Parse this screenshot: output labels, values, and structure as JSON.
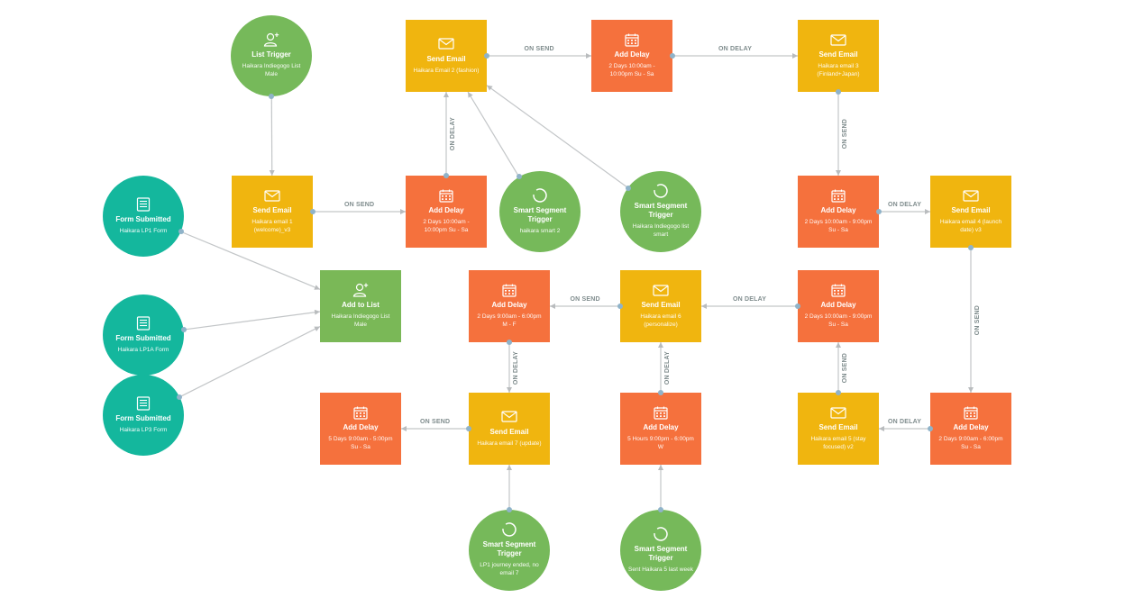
{
  "colors": {
    "send_email": "#f0b50f",
    "add_delay": "#f5713d",
    "add_to_list": "#7ab857",
    "trigger_green": "#76b95a",
    "form_teal": "#14b79d",
    "edge": "#c3c6c8",
    "edge_label": "#7f8c8d",
    "port": "#8fb3c9"
  },
  "nodes": [
    {
      "id": "list_trigger",
      "kind": "circle",
      "color": "trigger_green",
      "icon": "user-add-icon",
      "title": "List Trigger",
      "sub": "Haikara Indiegogo List Male"
    },
    {
      "id": "send1",
      "kind": "box",
      "color": "send_email",
      "icon": "envelope-icon",
      "title": "Send Email",
      "sub": "Haikara email 1 (welcome)_v3"
    },
    {
      "id": "send2",
      "kind": "box",
      "color": "send_email",
      "icon": "envelope-icon",
      "title": "Send Email",
      "sub": "Haikara Email 2 (fashion)"
    },
    {
      "id": "delay1",
      "kind": "box",
      "color": "add_delay",
      "icon": "calendar-icon",
      "title": "Add Delay",
      "sub": "2 Days 10:00am - 10:00pm Su - Sa"
    },
    {
      "id": "delay2",
      "kind": "box",
      "color": "add_delay",
      "icon": "calendar-icon",
      "title": "Add Delay",
      "sub": "2 Days 10:00am - 10:00pm Su - Sa"
    },
    {
      "id": "sst_smart2",
      "kind": "circle",
      "color": "trigger_green",
      "icon": "refresh-icon",
      "title": "Smart Segment Trigger",
      "sub": "haikara smart 2"
    },
    {
      "id": "sst_smart",
      "kind": "circle",
      "color": "trigger_green",
      "icon": "refresh-icon",
      "title": "Smart Segment Trigger",
      "sub": "Haikara Indiegogo list smart"
    },
    {
      "id": "send3",
      "kind": "box",
      "color": "send_email",
      "icon": "envelope-icon",
      "title": "Send Email",
      "sub": "Haikara email 3 (Finland+Japan)"
    },
    {
      "id": "delay3",
      "kind": "box",
      "color": "add_delay",
      "icon": "calendar-icon",
      "title": "Add Delay",
      "sub": "2 Days 10:00am - 9:00pm Su - Sa"
    },
    {
      "id": "send4",
      "kind": "box",
      "color": "send_email",
      "icon": "envelope-icon",
      "title": "Send Email",
      "sub": "Haikara email 4 (launch date) v3"
    },
    {
      "id": "delay4",
      "kind": "box",
      "color": "add_delay",
      "icon": "calendar-icon",
      "title": "Add Delay",
      "sub": "2 Days 9:00am - 6:00pm Su - Sa"
    },
    {
      "id": "send5",
      "kind": "box",
      "color": "send_email",
      "icon": "envelope-icon",
      "title": "Send Email",
      "sub": "Haikara email 5 (stay focused) v2"
    },
    {
      "id": "delay5",
      "kind": "box",
      "color": "add_delay",
      "icon": "calendar-icon",
      "title": "Add Delay",
      "sub": "2 Days 10:00am - 9:00pm Su - Sa"
    },
    {
      "id": "send6",
      "kind": "box",
      "color": "send_email",
      "icon": "envelope-icon",
      "title": "Send Email",
      "sub": "Haikara email 6 (personalize)"
    },
    {
      "id": "delay6",
      "kind": "box",
      "color": "add_delay",
      "icon": "calendar-icon",
      "title": "Add Delay",
      "sub": "2 Days 9:00am - 6:00pm M - F"
    },
    {
      "id": "send7",
      "kind": "box",
      "color": "send_email",
      "icon": "envelope-icon",
      "title": "Send Email",
      "sub": "Haikara email 7 (update)"
    },
    {
      "id": "delay7",
      "kind": "box",
      "color": "add_delay",
      "icon": "calendar-icon",
      "title": "Add Delay",
      "sub": "5 Days 9:00am - 5:00pm Su - Sa"
    },
    {
      "id": "delay8",
      "kind": "box",
      "color": "add_delay",
      "icon": "calendar-icon",
      "title": "Add Delay",
      "sub": "5 Hours 9:00pm - 6:00pm W"
    },
    {
      "id": "sst_lp1",
      "kind": "circle",
      "color": "trigger_green",
      "icon": "refresh-icon",
      "title": "Smart Segment Trigger",
      "sub": "LP1 journey ended, no email 7"
    },
    {
      "id": "sst_sent5",
      "kind": "circle",
      "color": "trigger_green",
      "icon": "refresh-icon",
      "title": "Smart Segment Trigger",
      "sub": "Sent Haikara 5 last week"
    },
    {
      "id": "form1",
      "kind": "circle",
      "color": "form_teal",
      "icon": "form-icon",
      "title": "Form Submitted",
      "sub": "Haikara LP1 Form"
    },
    {
      "id": "form1a",
      "kind": "circle",
      "color": "form_teal",
      "icon": "form-icon",
      "title": "Form Submitted",
      "sub": "Haikara LP1A Form"
    },
    {
      "id": "form3",
      "kind": "circle",
      "color": "form_teal",
      "icon": "form-icon",
      "title": "Form Submitted",
      "sub": "Haikara LP3 Form"
    },
    {
      "id": "add_to_list",
      "kind": "box",
      "color": "add_to_list",
      "icon": "user-add-icon",
      "title": "Add to List",
      "sub": "Haikara Indiegogo List Male"
    }
  ],
  "edges": [
    {
      "from": "list_trigger",
      "to": "send1",
      "label": ""
    },
    {
      "from": "send1",
      "to": "delay1",
      "label": "ON SEND"
    },
    {
      "from": "delay1",
      "to": "send2",
      "label": "ON DELAY"
    },
    {
      "from": "sst_smart2",
      "to": "send2",
      "label": ""
    },
    {
      "from": "sst_smart",
      "to": "send2",
      "label": ""
    },
    {
      "from": "send2",
      "to": "delay2",
      "label": "ON SEND"
    },
    {
      "from": "delay2",
      "to": "send3",
      "label": "ON DELAY"
    },
    {
      "from": "send3",
      "to": "delay3",
      "label": "ON SEND"
    },
    {
      "from": "delay3",
      "to": "send4",
      "label": "ON DELAY"
    },
    {
      "from": "send4",
      "to": "delay4",
      "label": "ON SEND"
    },
    {
      "from": "delay4",
      "to": "send5",
      "label": "ON DELAY"
    },
    {
      "from": "send5",
      "to": "delay5",
      "label": "ON SEND"
    },
    {
      "from": "delay5",
      "to": "send6",
      "label": "ON DELAY"
    },
    {
      "from": "send6",
      "to": "delay6",
      "label": "ON SEND"
    },
    {
      "from": "delay6",
      "to": "send7",
      "label": "ON DELAY"
    },
    {
      "from": "send7",
      "to": "delay7",
      "label": "ON SEND"
    },
    {
      "from": "delay8",
      "to": "send6",
      "label": "ON DELAY"
    },
    {
      "from": "sst_lp1",
      "to": "send7",
      "label": ""
    },
    {
      "from": "sst_sent5",
      "to": "delay8",
      "label": ""
    },
    {
      "from": "form1",
      "to": "add_to_list",
      "label": ""
    },
    {
      "from": "form1a",
      "to": "add_to_list",
      "label": ""
    },
    {
      "from": "form3",
      "to": "add_to_list",
      "label": ""
    }
  ]
}
